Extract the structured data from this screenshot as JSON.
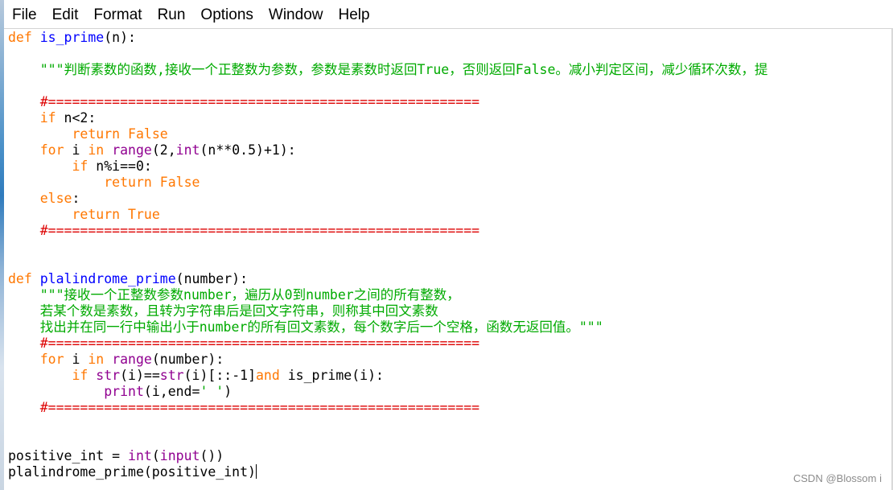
{
  "menu": [
    "File",
    "Edit",
    "Format",
    "Run",
    "Options",
    "Window",
    "Help"
  ],
  "code_lines": [
    [
      [
        "kw",
        "def"
      ],
      [
        "t",
        " "
      ],
      [
        "def",
        "is_prime"
      ],
      [
        "t",
        "(n):"
      ]
    ],
    [],
    [
      [
        "t",
        "    "
      ],
      [
        "str",
        "\"\"\"判断素数的函数,接收一个正整数为参数，参数是素数时返回True，否则返回False。减小判定区间，减少循环次数，提"
      ]
    ],
    [],
    [
      [
        "t",
        "    "
      ],
      [
        "cmt",
        "#======================================================"
      ]
    ],
    [
      [
        "t",
        "    "
      ],
      [
        "kw",
        "if"
      ],
      [
        "t",
        " n<2:"
      ]
    ],
    [
      [
        "t",
        "        "
      ],
      [
        "kw",
        "return"
      ],
      [
        "t",
        " "
      ],
      [
        "kw",
        "False"
      ]
    ],
    [
      [
        "t",
        "    "
      ],
      [
        "kw",
        "for"
      ],
      [
        "t",
        " i "
      ],
      [
        "kw",
        "in"
      ],
      [
        "t",
        " "
      ],
      [
        "bi",
        "range"
      ],
      [
        "t",
        "(2,"
      ],
      [
        "bi",
        "int"
      ],
      [
        "t",
        "(n**0.5)+1):"
      ]
    ],
    [
      [
        "t",
        "        "
      ],
      [
        "kw",
        "if"
      ],
      [
        "t",
        " n%i==0:"
      ]
    ],
    [
      [
        "t",
        "            "
      ],
      [
        "kw",
        "return"
      ],
      [
        "t",
        " "
      ],
      [
        "kw",
        "False"
      ]
    ],
    [
      [
        "t",
        "    "
      ],
      [
        "kw",
        "else"
      ],
      [
        "t",
        ":"
      ]
    ],
    [
      [
        "t",
        "        "
      ],
      [
        "kw",
        "return"
      ],
      [
        "t",
        " "
      ],
      [
        "kw",
        "True"
      ]
    ],
    [
      [
        "t",
        "    "
      ],
      [
        "cmt",
        "#======================================================"
      ]
    ],
    [],
    [],
    [
      [
        "kw",
        "def"
      ],
      [
        "t",
        " "
      ],
      [
        "def",
        "plalindrome_prime"
      ],
      [
        "t",
        "(number):"
      ]
    ],
    [
      [
        "t",
        "    "
      ],
      [
        "str",
        "\"\"\"接收一个正整数参数number，遍历从0到number之间的所有整数，"
      ]
    ],
    [
      [
        "t",
        "    "
      ],
      [
        "str",
        "若某个数是素数，且转为字符串后是回文字符串，则称其中回文素数"
      ]
    ],
    [
      [
        "t",
        "    "
      ],
      [
        "str",
        "找出并在同一行中输出小于number的所有回文素数，每个数字后一个空格，函数无返回值。\"\"\""
      ]
    ],
    [
      [
        "t",
        "    "
      ],
      [
        "cmt",
        "#======================================================"
      ]
    ],
    [
      [
        "t",
        "    "
      ],
      [
        "kw",
        "for"
      ],
      [
        "t",
        " i "
      ],
      [
        "kw",
        "in"
      ],
      [
        "t",
        " "
      ],
      [
        "bi",
        "range"
      ],
      [
        "t",
        "(number):"
      ]
    ],
    [
      [
        "t",
        "        "
      ],
      [
        "kw",
        "if"
      ],
      [
        "t",
        " "
      ],
      [
        "bi",
        "str"
      ],
      [
        "t",
        "(i)=="
      ],
      [
        "bi",
        "str"
      ],
      [
        "t",
        "(i)[::-1]"
      ],
      [
        "kw",
        "and"
      ],
      [
        "t",
        " is_prime(i):"
      ]
    ],
    [
      [
        "t",
        "            "
      ],
      [
        "bi",
        "print"
      ],
      [
        "t",
        "(i,end="
      ],
      [
        "str",
        "' '"
      ],
      [
        "t",
        ")"
      ]
    ],
    [
      [
        "t",
        "    "
      ],
      [
        "cmt",
        "#======================================================"
      ]
    ],
    [],
    [],
    [
      [
        "t",
        "positive_int = "
      ],
      [
        "bi",
        "int"
      ],
      [
        "t",
        "("
      ],
      [
        "bi",
        "input"
      ],
      [
        "t",
        "())"
      ]
    ],
    [
      [
        "t",
        "plalindrome_prime(positive_int)"
      ],
      [
        "caret",
        ""
      ]
    ]
  ],
  "watermark": "CSDN @Blossom i",
  "colors": {
    "keyword": "#ff7700",
    "definition": "#0000ff",
    "builtin": "#900090",
    "string": "#00aa00",
    "comment": "#dd0000"
  }
}
